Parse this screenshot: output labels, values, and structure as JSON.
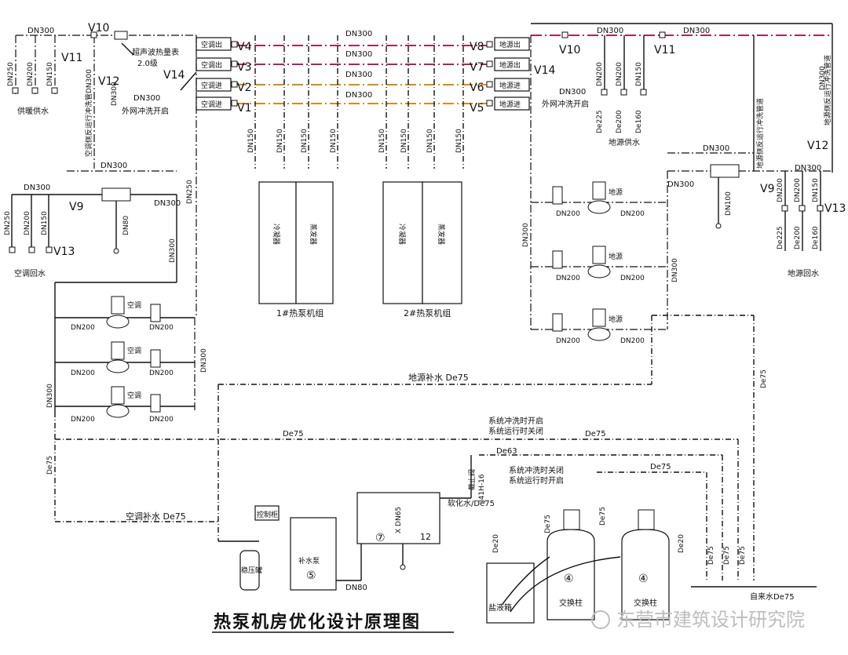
{
  "title": "热泵机房优化设计原理图",
  "watermark": "东营市建筑设计研究院",
  "colors": {
    "supply_line": "#b0225a",
    "return_line": "#d98a1a",
    "line": "#111111"
  },
  "valves": {
    "V1": "V1",
    "V2": "V2",
    "V3": "V3",
    "V4": "V4",
    "V5": "V5",
    "V6": "V6",
    "V7": "V7",
    "V8": "V8",
    "V9": "V9",
    "V10": "V10",
    "V11": "V11",
    "V12": "V12",
    "V13": "V13",
    "V14": "V14"
  },
  "headers_left": {
    "out1": "空调出",
    "out2": "空调出",
    "in1": "空调进",
    "in2": "空调进"
  },
  "headers_right": {
    "out1": "地源出",
    "out2": "地源出",
    "in1": "地源进",
    "in2": "地源进"
  },
  "sizes": {
    "dn300": "DN300",
    "dn250": "DN250",
    "dn200": "DN200",
    "dn150": "DN150",
    "dn100": "DN100",
    "dn80": "DN80",
    "dn65": "DN65",
    "de75": "De75",
    "de63": "De63",
    "de225": "De225",
    "de200": "De200",
    "de160": "De160",
    "de20": "De20"
  },
  "labels": {
    "ultrasonic": "超声波热量表",
    "grade": "2.0级",
    "outer_flush_left": "外网冲洗开启",
    "outer_flush_right": "外网冲洗开启",
    "ac_backflush": "空调侧反运行冲洗管DN300",
    "ground_backflush_right": "地源侧反运行冲洗管道",
    "ground_backflush_far": "地源侧反运行冲洗管道",
    "heating_supply": "供暖供水",
    "ac_return": "空调回水",
    "ground_supply": "地源供水",
    "ground_return": "地源回水",
    "condenser": "冷凝器",
    "evaporator": "蒸发器",
    "unit1": "1#热泵机组",
    "unit2": "2#热泵机组",
    "ac_pump": "空调",
    "ground_pump": "地源",
    "ground_makeup": "地源补水 De75",
    "ac_makeup": "空调补水 De75",
    "flush_open": "系统冲洗时开启",
    "run_close": "系统运行时关闭",
    "flush_close": "系统冲洗时关闭",
    "run_open": "系统运行时开启",
    "soft_water": "软化水/De75",
    "check_valve": "截止阀",
    "check_valve_model": "J41H-16",
    "control_cabinet": "控制柜",
    "pressure_tank": "稳压罐",
    "makeup_pump": "补水泵",
    "pump_no": "⑤",
    "tank_no": "⑦",
    "tank_12": "12",
    "exchanger_no": "④",
    "exchanger": "交换柱",
    "brine_tank": "盐液箱",
    "tap_water": "自来水De75",
    "x_dn65": "X DN65"
  }
}
